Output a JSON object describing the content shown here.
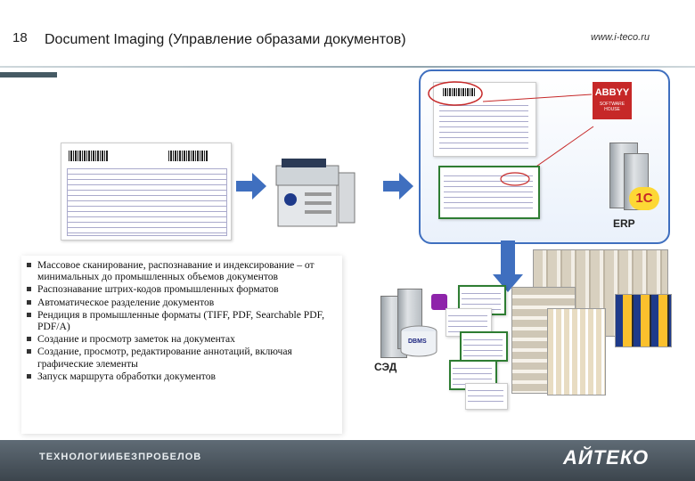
{
  "slide": {
    "number": "18",
    "title": "Document Imaging (Управление образами документов)",
    "url": "www.i-teco.ru"
  },
  "diagram": {
    "erp_label": "ERP",
    "sed_label": "СЭД",
    "dbms_label": "DBMS",
    "abbyy_name": "ABBYY",
    "abbyy_sub": "SOFTWARE HOUSE",
    "onec_logo": "1С"
  },
  "bullets": [
    "Массовое сканирование, распознавание и индексирование – от минимальных до промышленных объемов документов",
    "Распознавание штрих-кодов промышленных форматов",
    "Автоматическое разделение документов",
    "Рендиция в промышленные форматы (TIFF, PDF, Searchable PDF, PDF/A)",
    "Создание и просмотр заметок на документах",
    "Создание, просмотр, редактирование аннотаций, включая графические элементы",
    "Запуск маршрута обработки документов"
  ],
  "footer": {
    "tagline": "ТЕХНОЛОГИИБЕЗПРОБЕЛОВ",
    "logo": "АЙТЕКО"
  },
  "colors": {
    "accent_blue": "#3f6fbf",
    "highlight_red": "#c62828",
    "green_frame": "#2e7d32",
    "footer_bg": "#4a545d"
  }
}
